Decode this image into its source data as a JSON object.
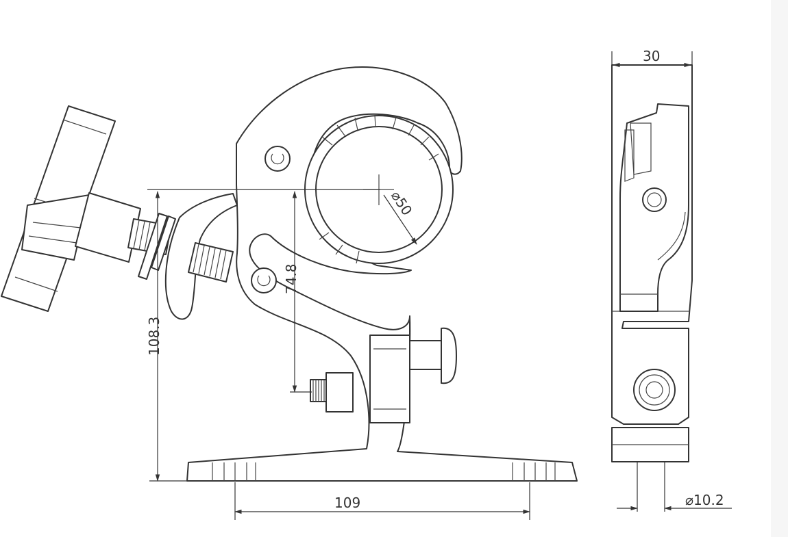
{
  "dimensions": {
    "width_top": "30",
    "pipe_diameter": "⌀50",
    "height_total": "108.3",
    "height_center": "74.8",
    "base_width": "109",
    "bolt_diameter": "⌀10.2"
  },
  "colors": {
    "line": "#333333",
    "background": "#ffffff"
  }
}
